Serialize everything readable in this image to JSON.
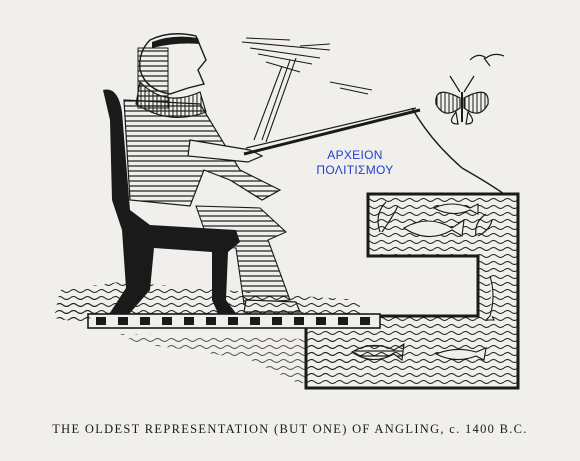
{
  "watermark": {
    "line1": "ΑΡΧΕΙΟΝ",
    "line2": "ΠΟΛΙΤΙΣΜΟΥ",
    "color": "#1d3fd0"
  },
  "caption": "THE OLDEST REPRESENTATION (BUT ONE) OF ANGLING, c. 1400 B.C.",
  "colors": {
    "paper": "#f1efeb",
    "ink": "#1a1a1a"
  }
}
